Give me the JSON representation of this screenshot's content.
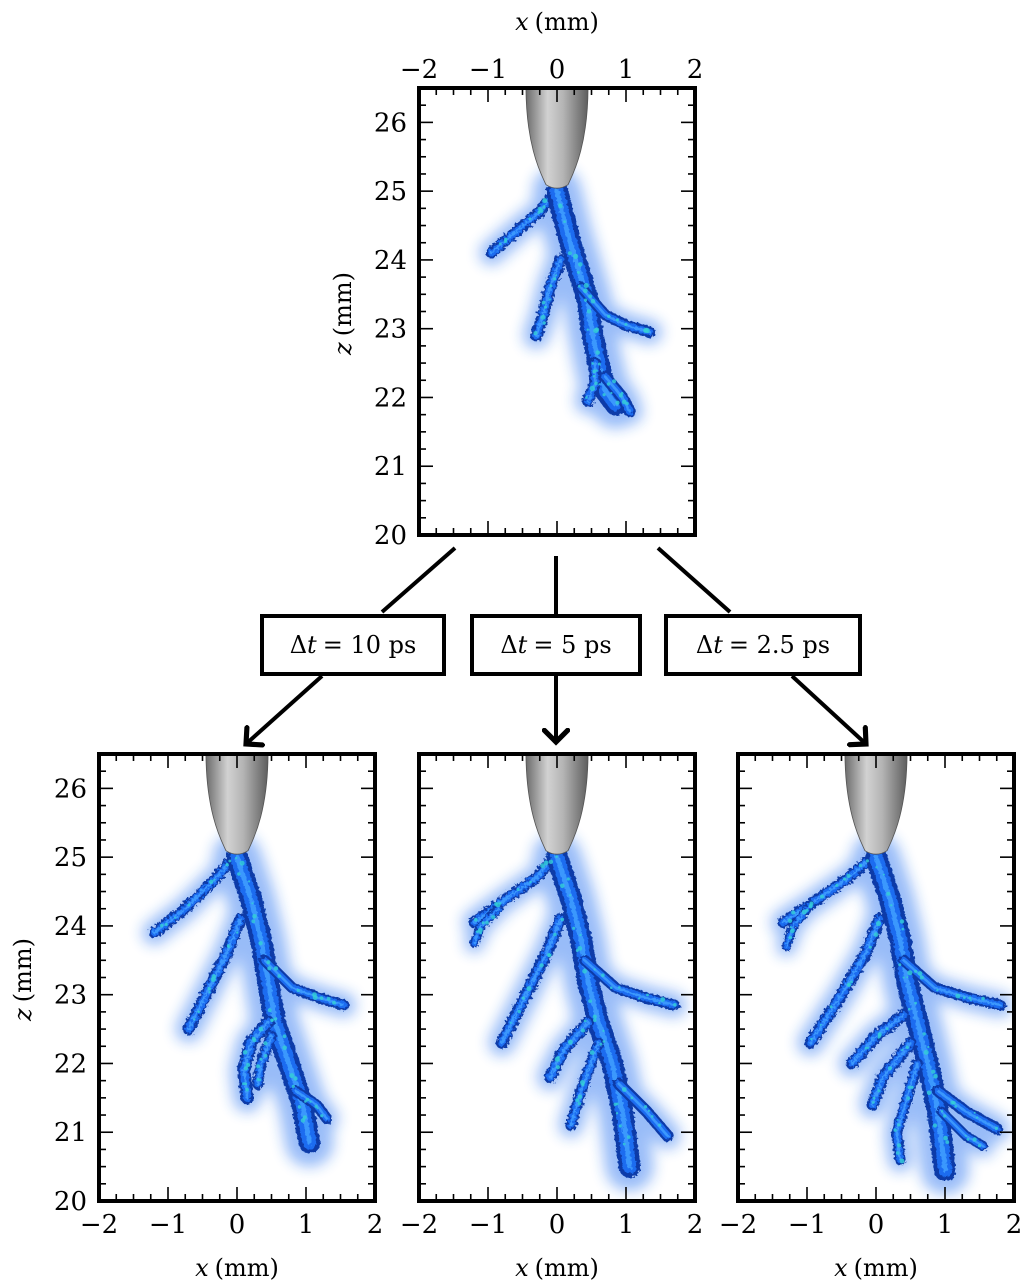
{
  "axes": {
    "x_label_var": "x",
    "x_label_unit": "(mm)",
    "z_label_var": "z",
    "z_label_unit": "(mm)",
    "x_ticks": [
      "−2",
      "−1",
      "0",
      "1",
      "2"
    ],
    "z_ticks": [
      "20",
      "21",
      "22",
      "23",
      "24",
      "25",
      "26"
    ]
  },
  "timestep_boxes": [
    {
      "delta": "Δ",
      "var": "t",
      "eq": "= 10 ps"
    },
    {
      "delta": "Δ",
      "var": "t",
      "eq": "= 5 ps"
    },
    {
      "delta": "Δ",
      "var": "t",
      "eq": "= 2.5 ps"
    }
  ],
  "colors": {
    "streamer_dark": "#0a3aa8",
    "streamer_mid": "#1f6cf0",
    "streamer_light": "#3fa0ff",
    "streamer_cyan": "#35d0d6",
    "electrode": "#9a9a9a",
    "frame": "#000000"
  },
  "icons": {
    "electrode": "needle-electrode-icon",
    "arrow": "arrow-down-icon"
  }
}
